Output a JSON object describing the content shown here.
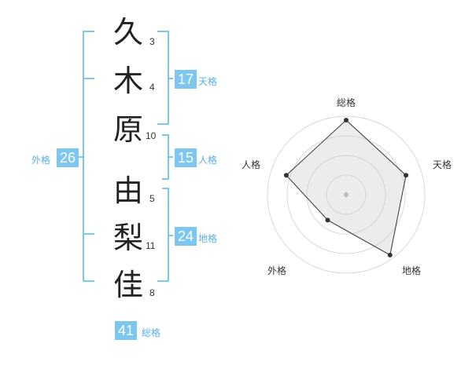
{
  "name_chars": [
    {
      "char": "久",
      "strokes": "3"
    },
    {
      "char": "木",
      "strokes": "4"
    },
    {
      "char": "原",
      "strokes": "10"
    },
    {
      "char": "由",
      "strokes": "5"
    },
    {
      "char": "梨",
      "strokes": "11"
    },
    {
      "char": "佳",
      "strokes": "8"
    }
  ],
  "kaku": {
    "tenkaku": {
      "value": "17",
      "label": "天格"
    },
    "jinkaku": {
      "value": "15",
      "label": "人格"
    },
    "chikaku": {
      "value": "24",
      "label": "地格"
    },
    "gaikaku": {
      "value": "26",
      "label": "外格"
    },
    "soukaku": {
      "value": "41",
      "label": "総格"
    }
  },
  "colors": {
    "bracket": "#7cc6ef",
    "badge_bg": "#7cc6ef",
    "badge_text": "#ffffff",
    "label": "#5ab0e6",
    "char": "#222222"
  },
  "chart_data": {
    "type": "radar",
    "axes": [
      "総格",
      "天格",
      "地格",
      "外格",
      "人格"
    ],
    "values": [
      0.95,
      0.8,
      0.95,
      0.4,
      0.8
    ],
    "range": [
      0,
      1
    ],
    "rings": 4
  }
}
